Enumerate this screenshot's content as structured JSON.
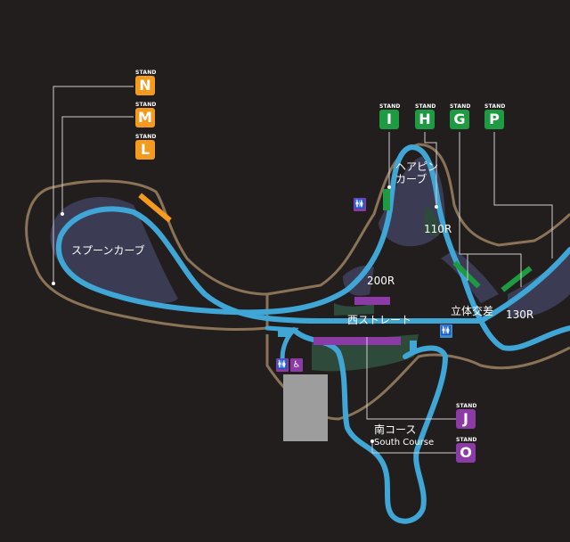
{
  "colors": {
    "background": "#221e1e",
    "track": "#3fa6d6",
    "runoff": "#3b3b54",
    "grass": "#2d4a3a",
    "border": "#8b7358",
    "stand_orange": "#f39a1f",
    "stand_green": "#1e9b42",
    "stand_purple": "#8c3aa5",
    "parking": "#9d9d9d"
  },
  "stands": [
    {
      "id": "N",
      "caption": "STAND",
      "color": "orange"
    },
    {
      "id": "M",
      "caption": "STAND",
      "color": "orange"
    },
    {
      "id": "L",
      "caption": "STAND",
      "color": "orange"
    },
    {
      "id": "I",
      "caption": "STAND",
      "color": "green"
    },
    {
      "id": "H",
      "caption": "STAND",
      "color": "green"
    },
    {
      "id": "G",
      "caption": "STAND",
      "color": "green"
    },
    {
      "id": "P",
      "caption": "STAND",
      "color": "green"
    },
    {
      "id": "J",
      "caption": "STAND",
      "color": "purple"
    },
    {
      "id": "O",
      "caption": "STAND",
      "color": "purple"
    }
  ],
  "labels": {
    "hairpin": "ヘアピン\nカーブ",
    "spoon": "スプーンカーブ",
    "r110": "110R",
    "r200": "200R",
    "west_straight": "西ストレート",
    "crossover": "立体交差",
    "r130": "130R",
    "south_course_jp": "南コース",
    "south_course_en": "South Course"
  },
  "amenities": {
    "toilet_icon": "toilet-icon",
    "accessible_icon": "wheelchair-icon",
    "toilet_glyph": "🚻",
    "accessible_glyph": "♿"
  }
}
